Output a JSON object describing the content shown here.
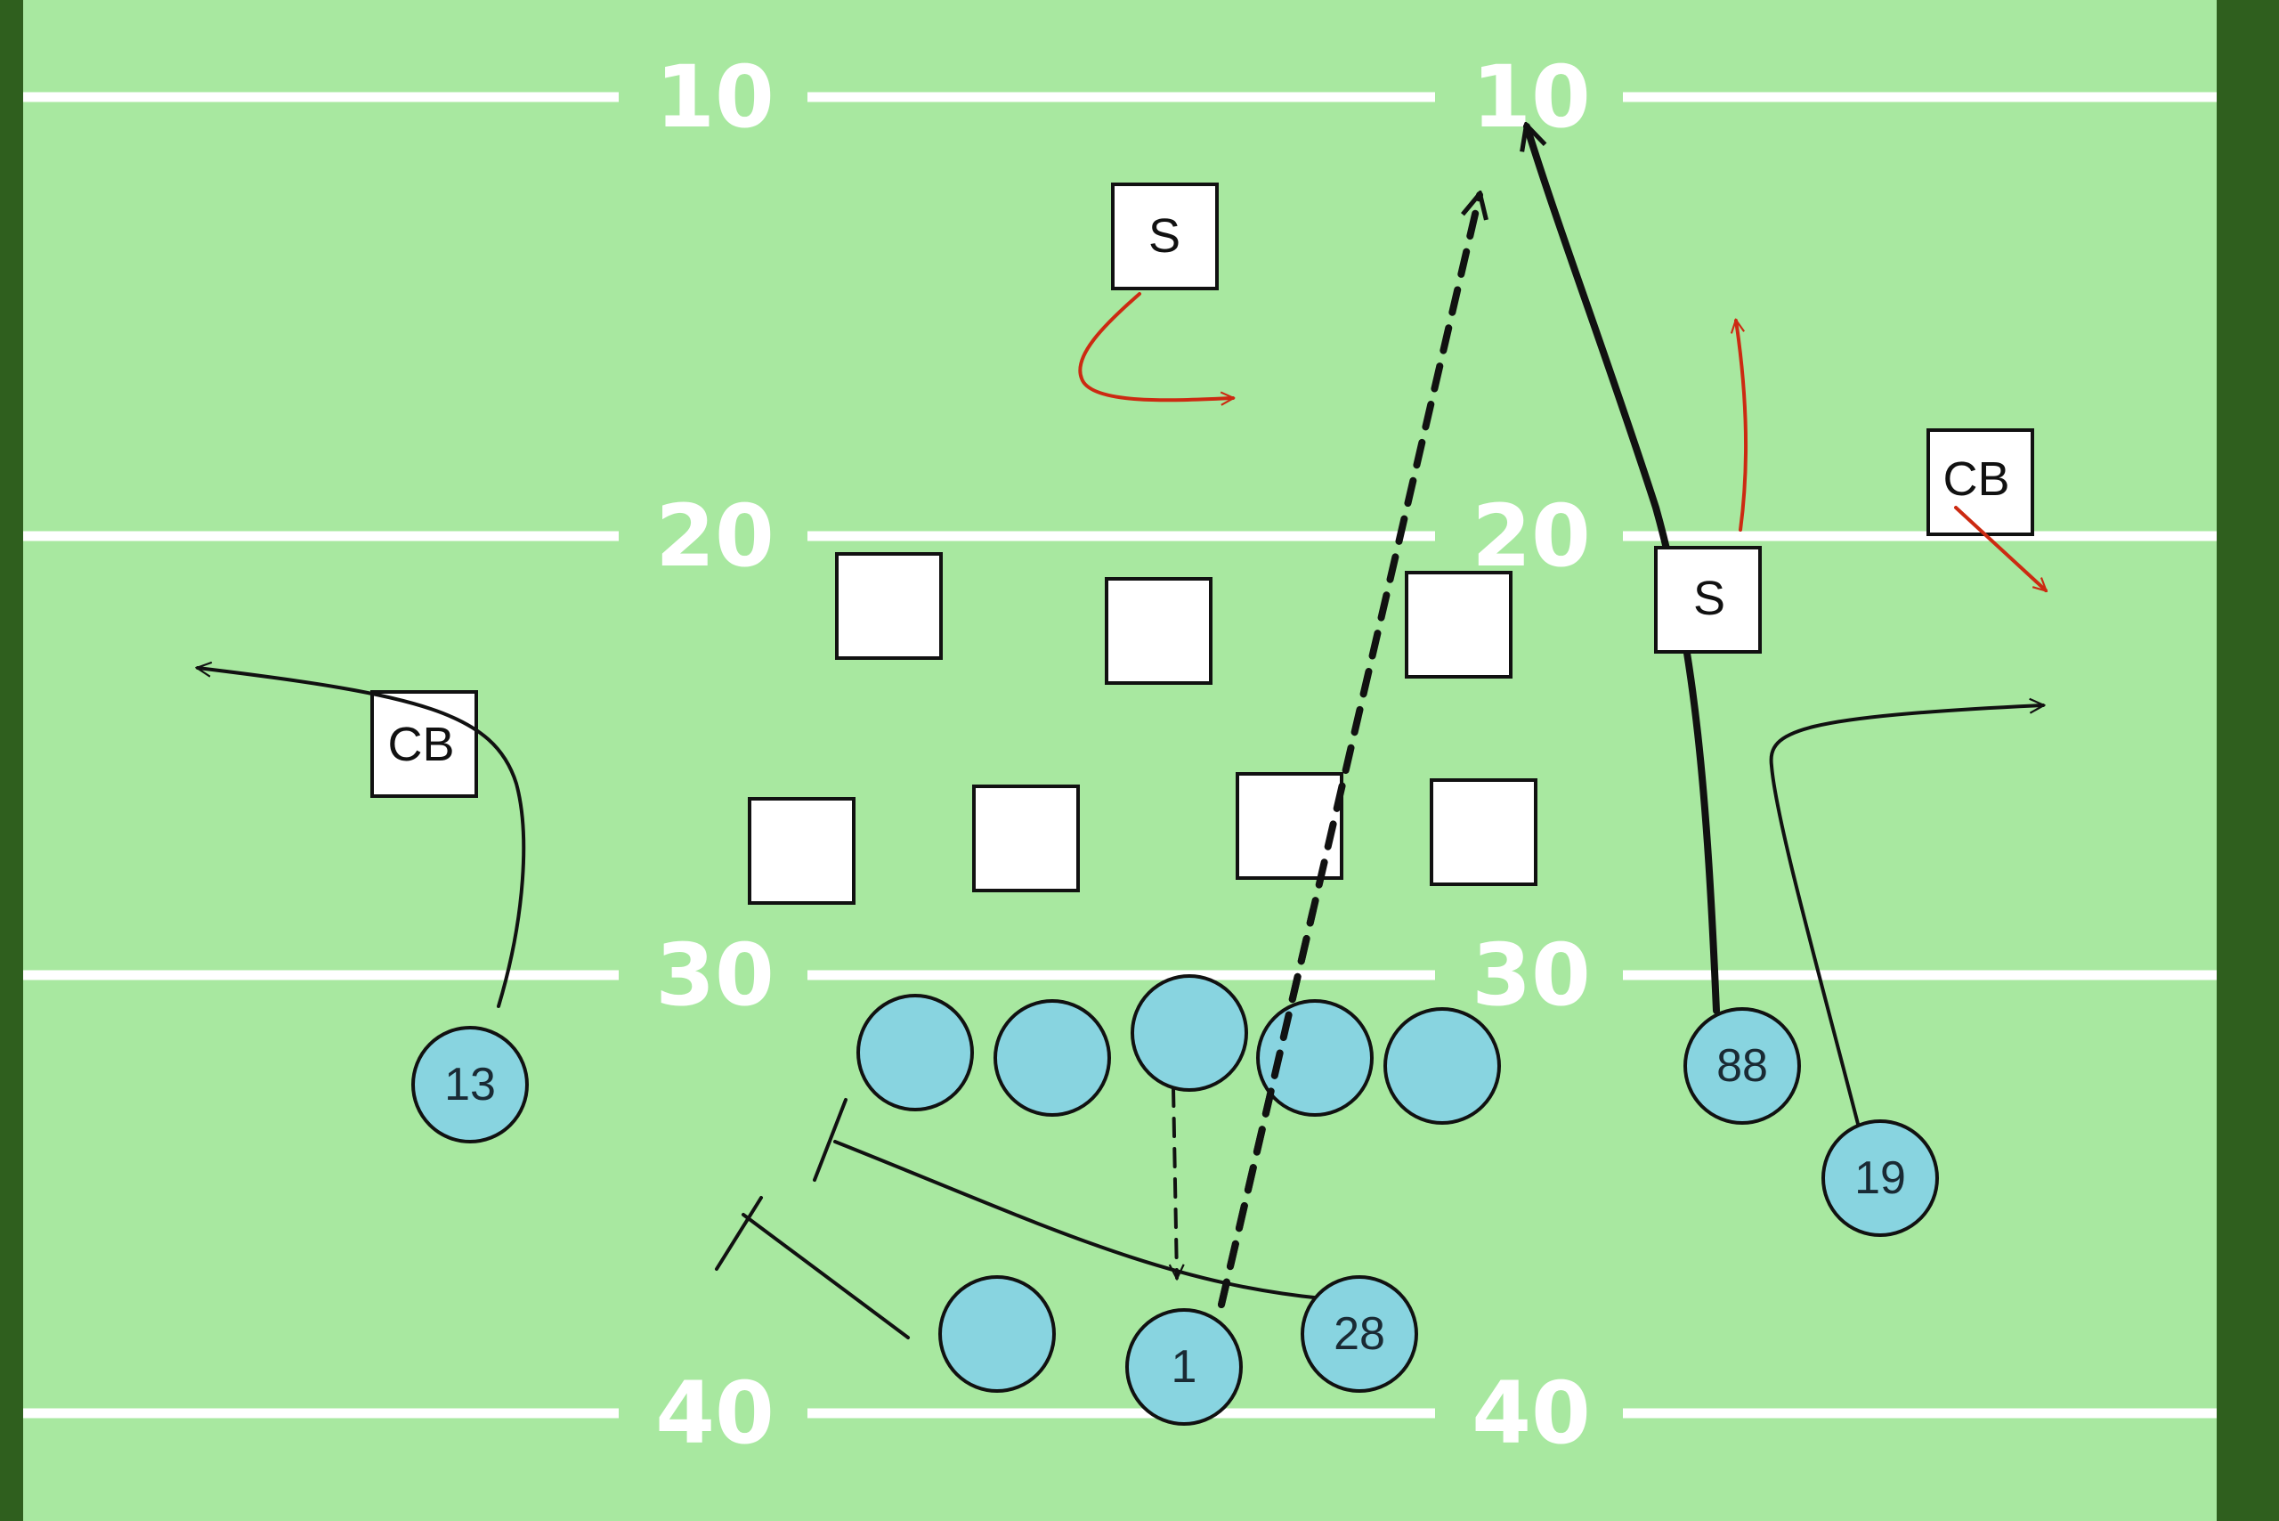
{
  "field": {
    "yard_numbers": [
      "10",
      "20",
      "30",
      "40"
    ]
  },
  "offense": {
    "receiver_13": "13",
    "quarterback_1": "1",
    "running_back_28": "28",
    "tight_end_88": "88",
    "receiver_19": "19"
  },
  "defense": {
    "safety_left": "S",
    "safety_right": "S",
    "cornerback_left": "CB",
    "cornerback_right": "CB"
  },
  "colors": {
    "field": "#a8e8a0",
    "field_border": "#2f5f1e",
    "yard_line": "#ffffff",
    "offense_fill": "#88d4e0",
    "defense_fill": "#ffffff",
    "route": "#111111",
    "defense_route": "#cc2a12"
  }
}
